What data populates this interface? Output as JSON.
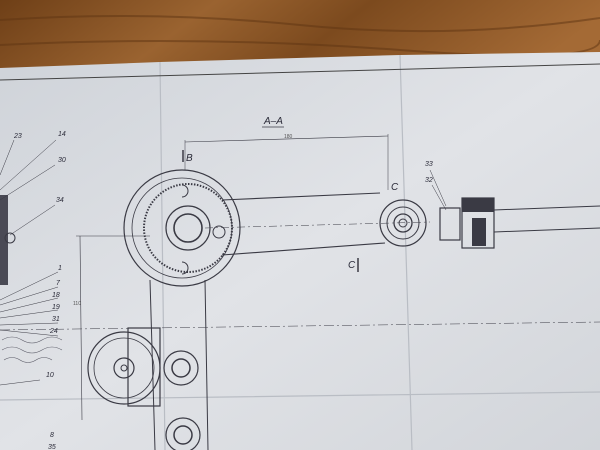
{
  "drawing": {
    "section_title": "A–A",
    "dimension_top": "180",
    "dimension_side": "110",
    "marker_b": "B",
    "marker_c_top": "C",
    "marker_c_bottom": "C",
    "callouts_left": [
      "23",
      "14",
      "30",
      "34",
      "1",
      "7",
      "18",
      "19",
      "31",
      "24",
      "10",
      "8",
      "35"
    ],
    "callouts_right": [
      "33",
      "32"
    ]
  },
  "colors": {
    "wood": "#8a5526",
    "paper": "#dcdfe4",
    "ink": "#2e2e38"
  }
}
